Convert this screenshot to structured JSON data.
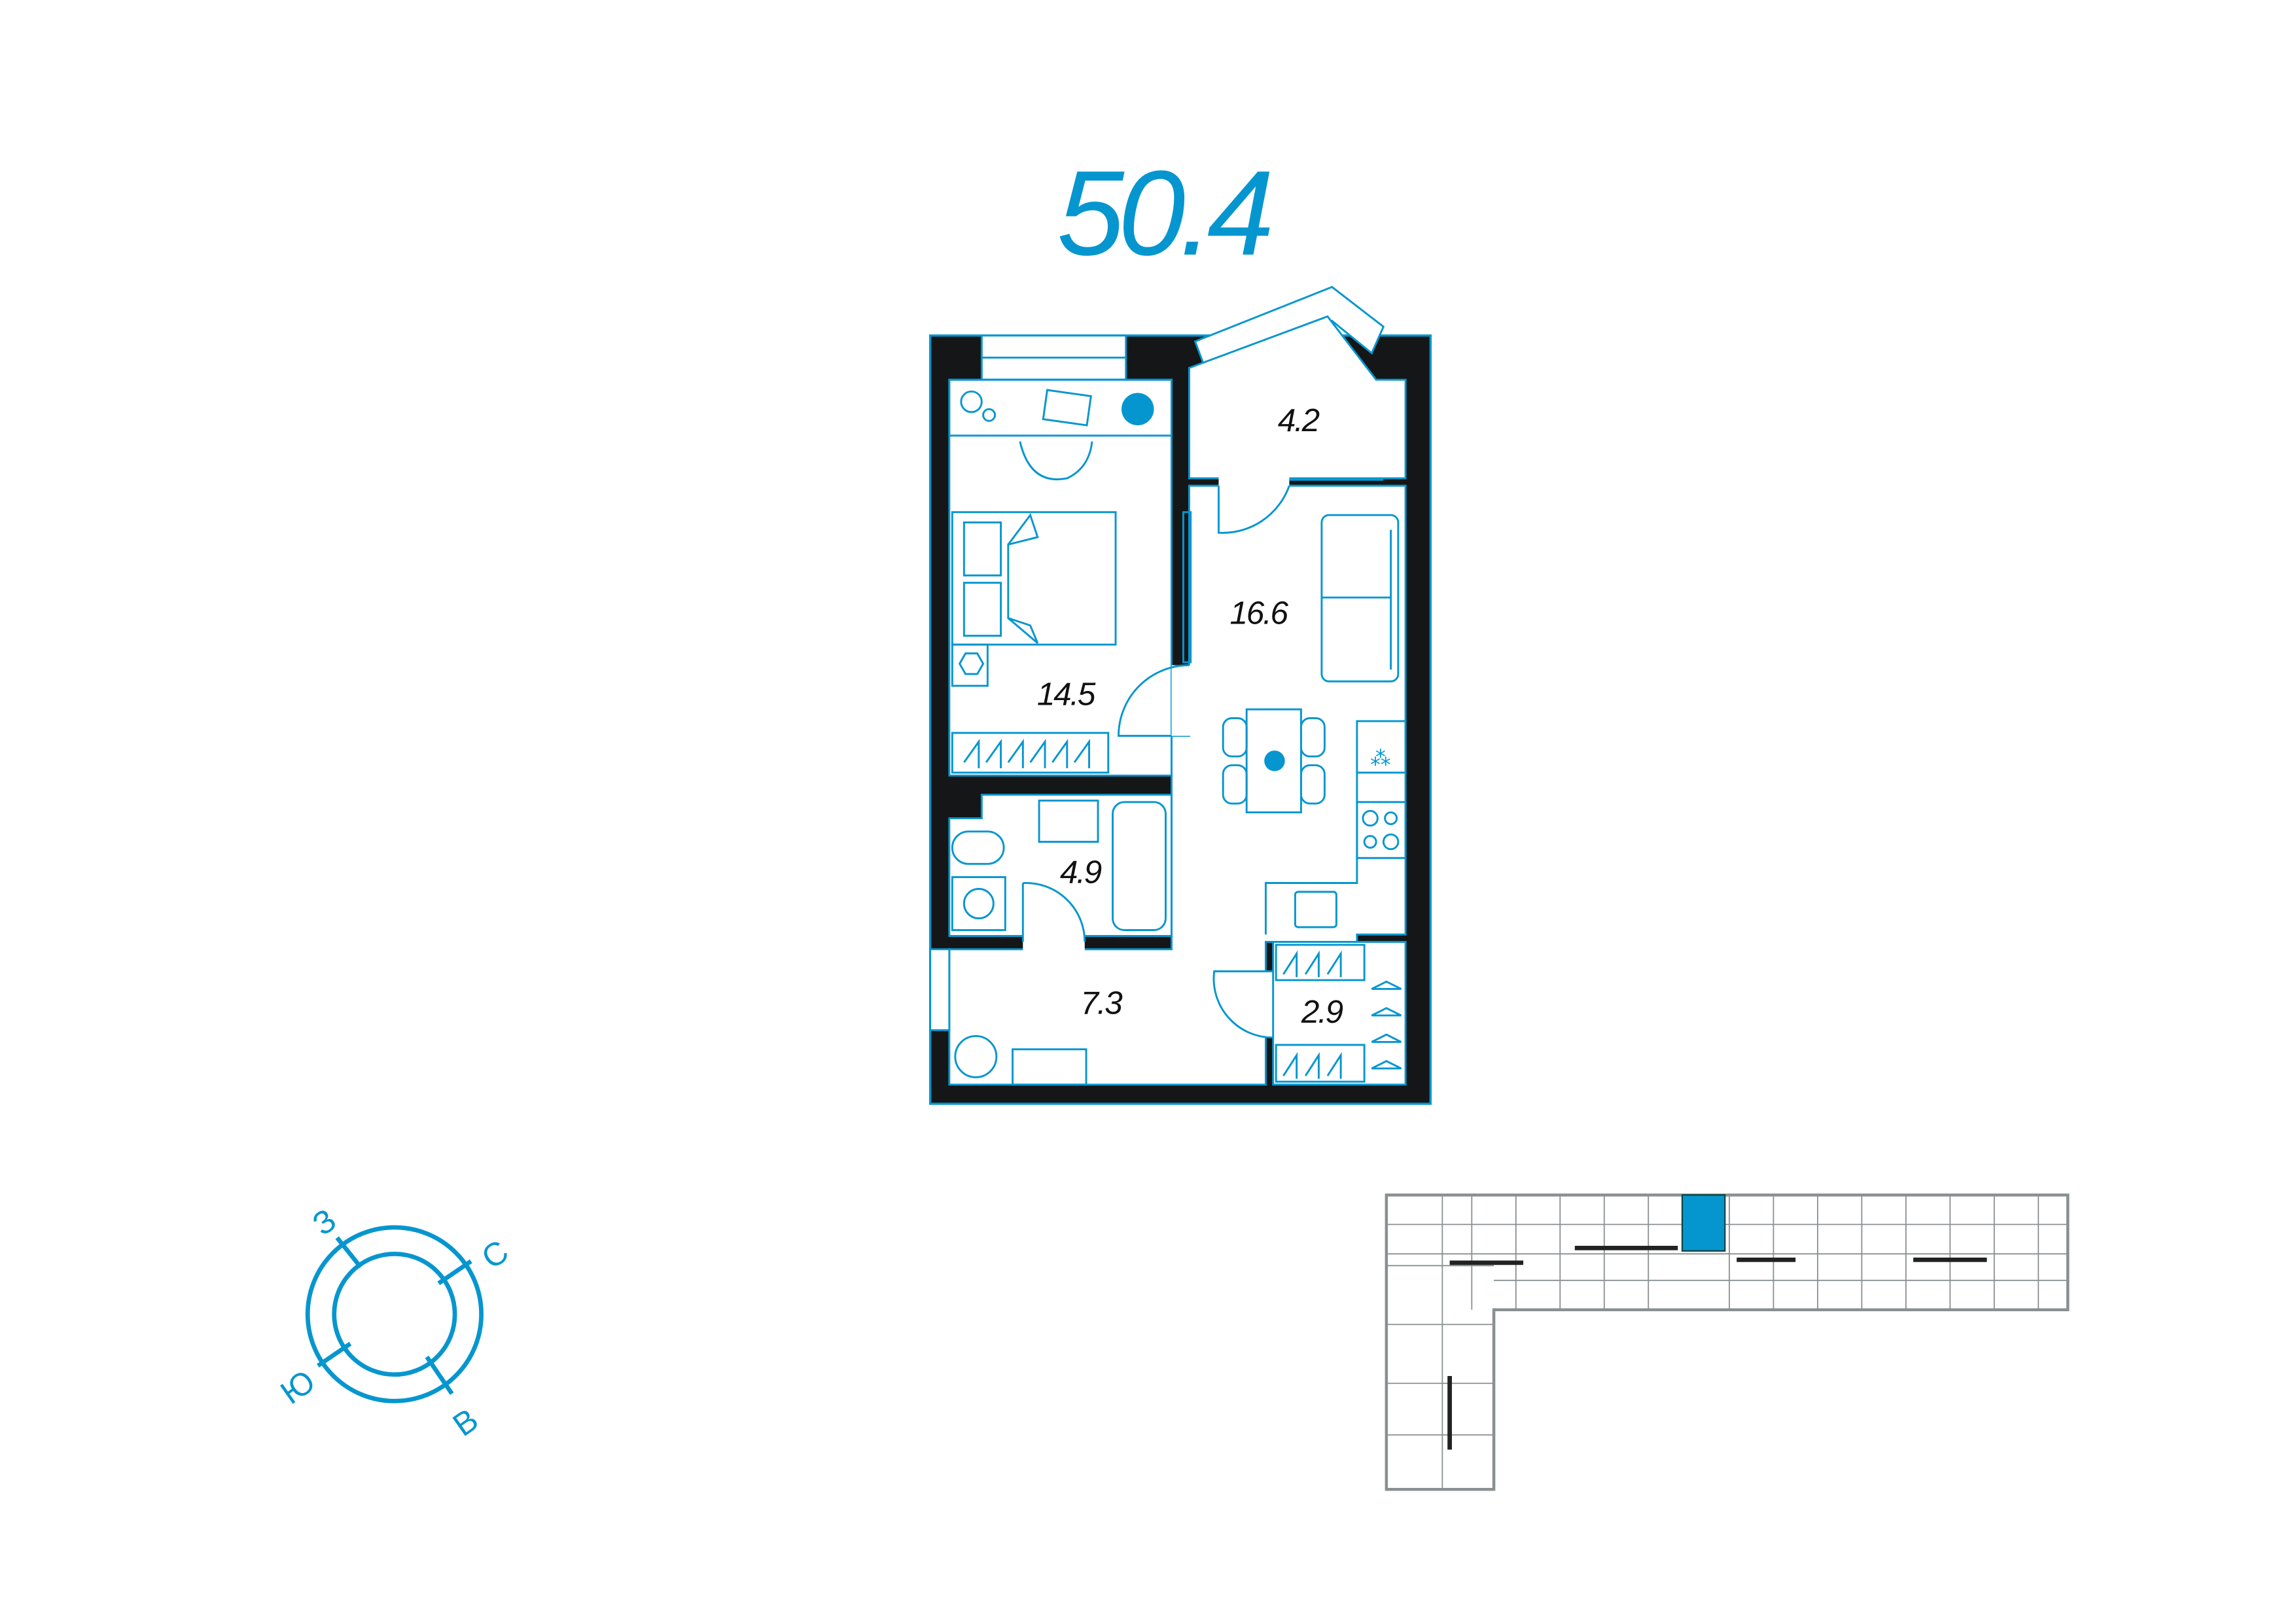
{
  "title": "50.4",
  "rooms": {
    "balcony": "4.2",
    "living_kitchen": "16.6",
    "bedroom": "14.5",
    "bathroom": "4.9",
    "hall": "7.3",
    "wardrobe": "2.9"
  },
  "compass": {
    "west": "З",
    "north": "С",
    "south": "Ю",
    "east": "В"
  },
  "colors": {
    "accent": "#0696cf",
    "wall": "#141617",
    "keyplan": "#8a8f91"
  }
}
